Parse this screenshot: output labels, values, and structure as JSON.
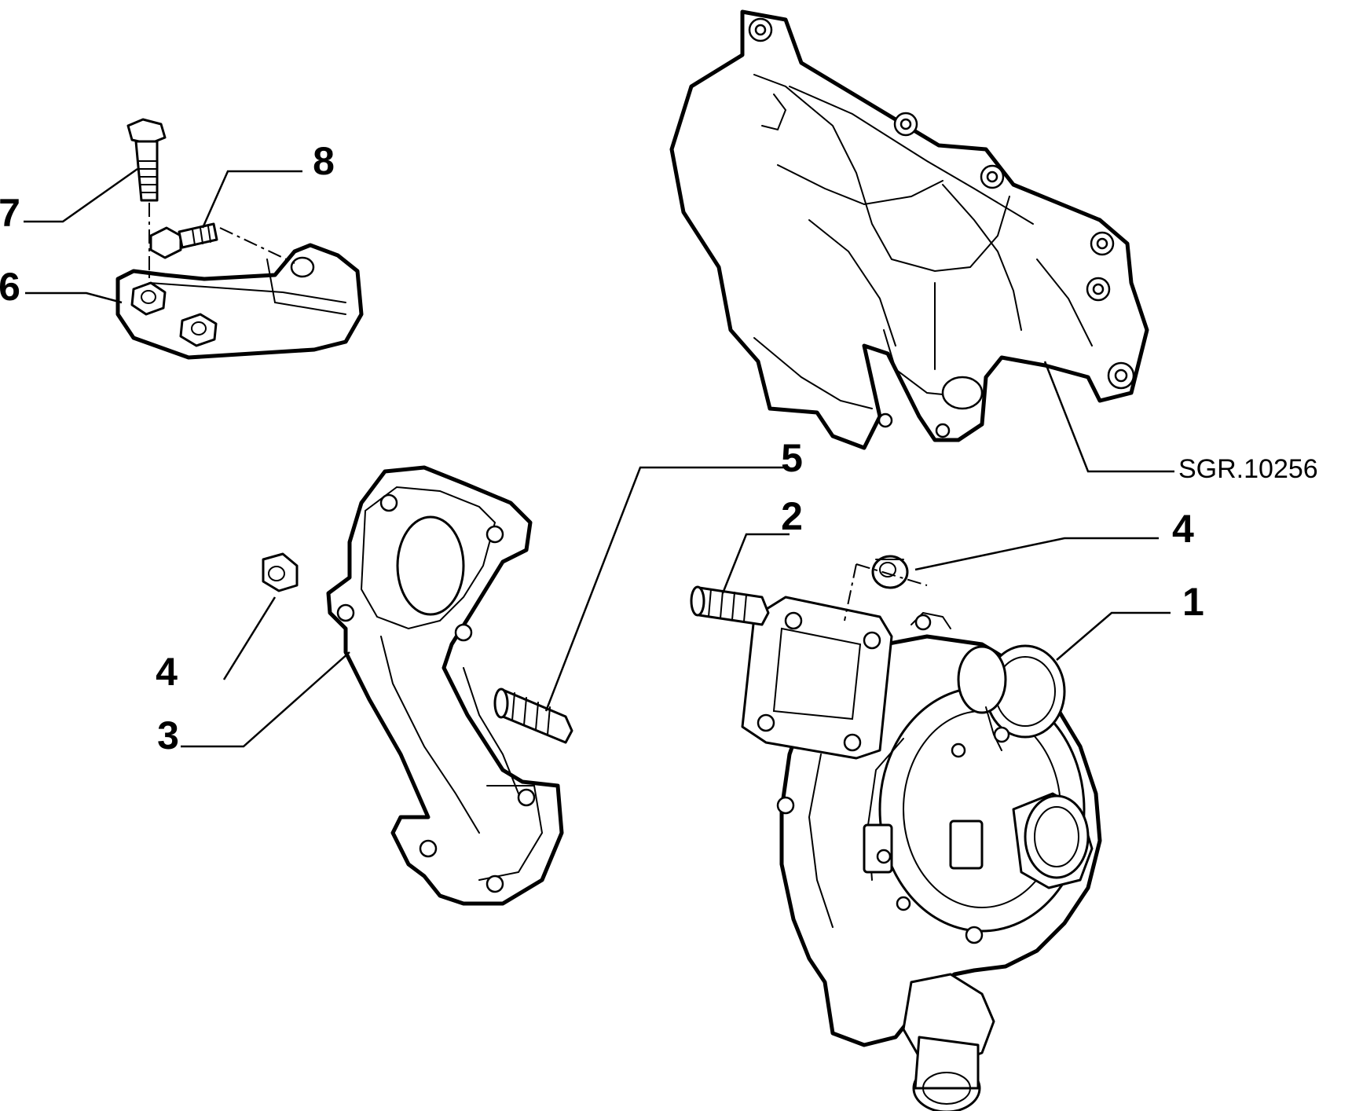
{
  "diagram": {
    "reference_code": "SGR.10256",
    "callouts": [
      {
        "id": "c1",
        "text": "1"
      },
      {
        "id": "c2",
        "text": "2"
      },
      {
        "id": "c3",
        "text": "3"
      },
      {
        "id": "c4a",
        "text": "4"
      },
      {
        "id": "c4b",
        "text": "4"
      },
      {
        "id": "c5",
        "text": "5"
      },
      {
        "id": "c6",
        "text": "6"
      },
      {
        "id": "c7",
        "text": "7"
      },
      {
        "id": "c8",
        "text": "8"
      }
    ]
  }
}
